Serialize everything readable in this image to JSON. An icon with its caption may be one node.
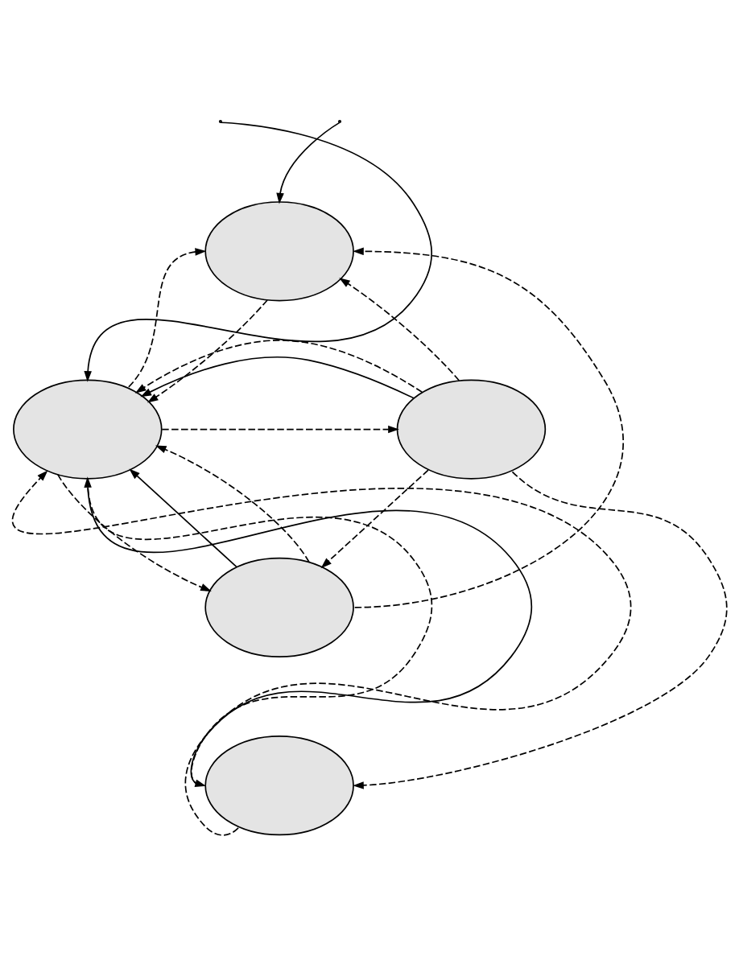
{
  "diagram": {
    "nodes": [
      {
        "text": [],
        "shape": "ellipse"
      },
      {
        "text": [],
        "shape": "ellipse"
      },
      {
        "text": [],
        "shape": "ellipse"
      },
      {
        "text": [],
        "shape": "ellipse"
      },
      {
        "text": [],
        "shape": "ellipse"
      }
    ],
    "edges": [
      {
        "from": null,
        "to": 0,
        "arrow": "to"
      },
      {
        "from": null,
        "to": 1,
        "arrow": "to"
      },
      {
        "from": 1,
        "to": 0,
        "arrow": "to",
        "style": "dashed"
      },
      {
        "from": 0,
        "to": 1,
        "arrow": "to",
        "style": "dashed"
      },
      {
        "from": 2,
        "to": 0,
        "arrow": "to",
        "style": "dashed"
      },
      {
        "from": 3,
        "to": 0,
        "arrow": "to",
        "style": "dashed"
      },
      {
        "from": 2,
        "to": 1,
        "arrow": "to"
      },
      {
        "from": 2,
        "to": 1,
        "arrow": "to",
        "style": "dashed"
      },
      {
        "from": 1,
        "to": 2,
        "arrow": "to",
        "style": "dashed"
      },
      {
        "from": 1,
        "to": 3,
        "arrow": "to",
        "style": "dashed"
      },
      {
        "from": 3,
        "to": 1,
        "arrow": "to"
      },
      {
        "from": 3,
        "to": 1,
        "arrow": "to",
        "style": "dashed"
      },
      {
        "from": 2,
        "to": 3,
        "arrow": "to",
        "style": "dashed"
      },
      {
        "from": 1,
        "to": 4,
        "arrow": "to",
        "style": "dashed"
      },
      {
        "from": 4,
        "to": 1,
        "arrow": "to"
      },
      {
        "from": 4,
        "to": 1,
        "arrow": "to",
        "style": "dashed"
      },
      {
        "from": 2,
        "to": 4,
        "arrow": "to",
        "style": "dashed"
      }
    ]
  }
}
